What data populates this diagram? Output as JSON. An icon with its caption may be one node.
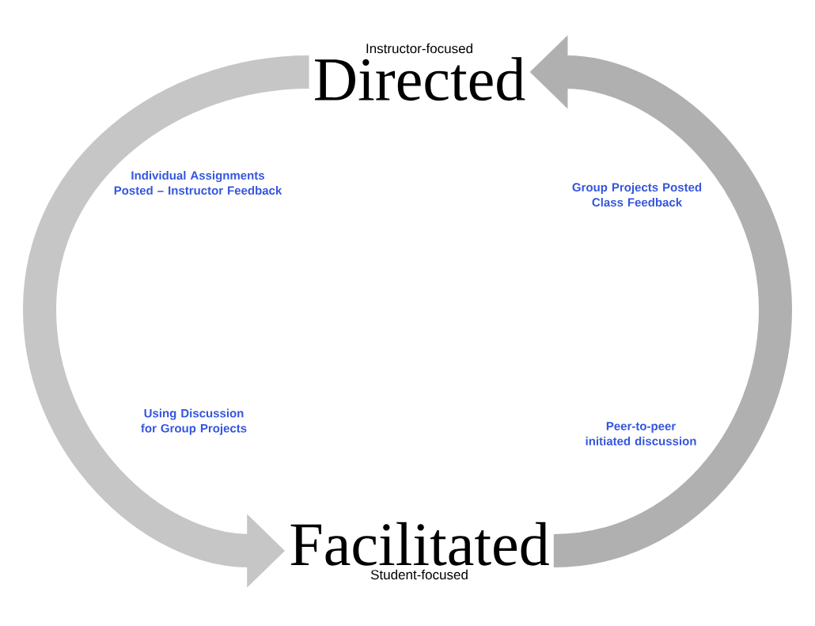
{
  "diagram": {
    "nodes": [
      {
        "text": [
          "Instructor-focused",
          "Directed"
        ]
      },
      {
        "text": [
          "Facilitated",
          "Student-focused"
        ]
      }
    ],
    "edges": [
      {
        "from": 0,
        "to": 1,
        "arrow": "to"
      },
      {
        "from": 1,
        "to": 0,
        "arrow": "to"
      }
    ],
    "labels": [
      "Individual Assignments Posted – Instructor Feedback",
      "Group Projects Posted Class Feedback",
      "Using Discussion for Group Projects",
      "Peer-to-peer initiated discussion"
    ]
  }
}
